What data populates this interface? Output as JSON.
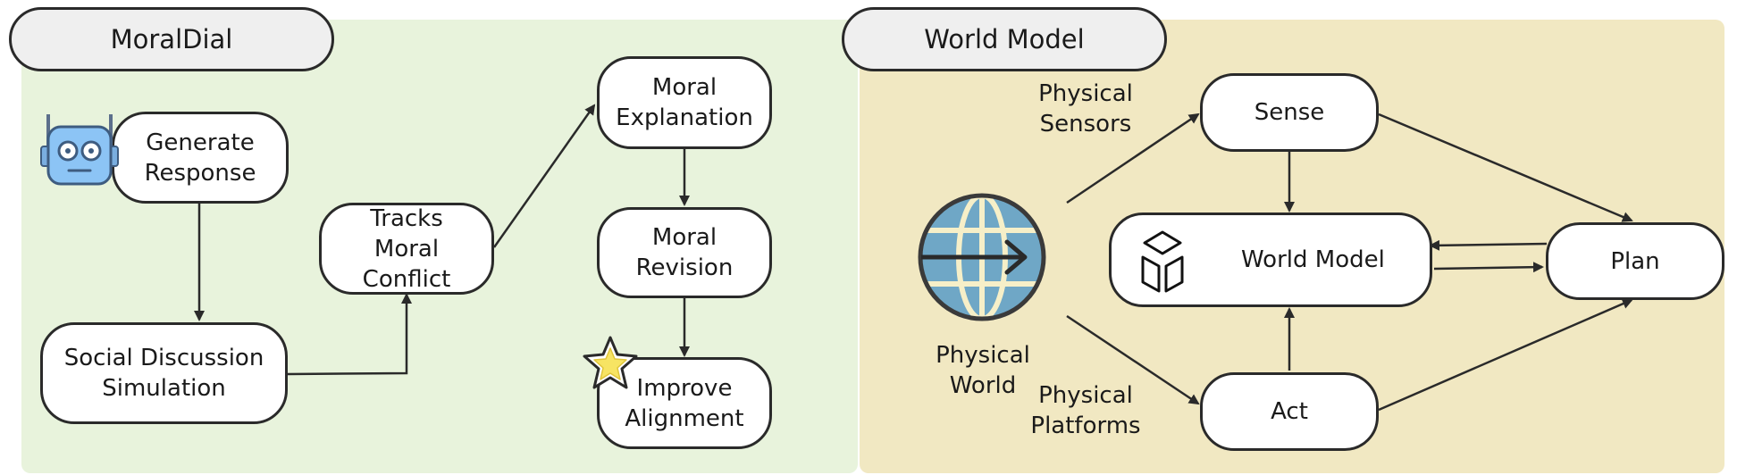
{
  "left_panel": {
    "title": "MoralDial",
    "nodes": {
      "generate_response": "Generate\nResponse",
      "social_discussion": "Social Discussion\nSimulation",
      "tracks_moral_conflict": "Tracks\nMoral\nConflict",
      "moral_explanation": "Moral\nExplanation",
      "moral_revision": "Moral\nRevision",
      "improve_alignment": "Improve\nAlignment"
    },
    "icons": [
      "robot-icon",
      "star-icon"
    ]
  },
  "right_panel": {
    "title": "World Model",
    "nodes": {
      "sense": "Sense",
      "world_model": "World Model",
      "plan": "Plan",
      "act": "Act"
    },
    "labels": {
      "physical_sensors": "Physical\nSensors",
      "physical_world": "Physical\nWorld",
      "physical_platforms": "Physical\nPlatforms"
    },
    "icons": [
      "globe-icon",
      "cube-icon"
    ]
  },
  "colors": {
    "left_background": "#e8f3dc",
    "right_background": "#f1e8c2",
    "title_fill": "#efefef",
    "robot_blue": "#8cc4f5",
    "star_yellow": "#f7e463",
    "globe_blue": "#6fa7c6"
  }
}
